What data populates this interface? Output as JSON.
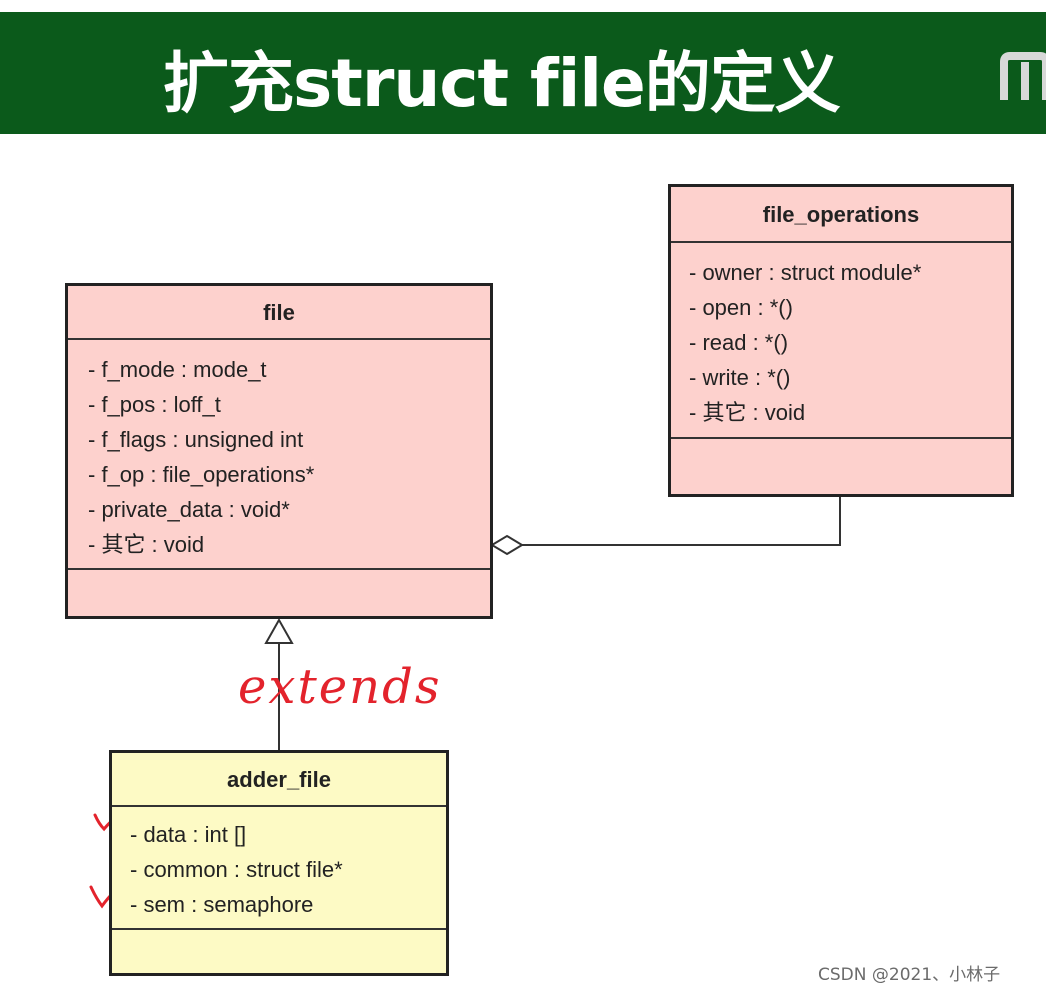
{
  "title": "扩充struct file的定义",
  "classes": {
    "file": {
      "name": "file",
      "attributes": [
        "- f_mode : mode_t",
        "- f_pos : loff_t",
        "- f_flags : unsigned int",
        "- f_op : file_operations*",
        "- private_data : void*",
        "- 其它 : void"
      ]
    },
    "file_operations": {
      "name": "file_operations",
      "attributes": [
        "- owner : struct module*",
        "- open : *()",
        "- read : *()",
        "- write : *()",
        "- 其它 : void"
      ]
    },
    "adder_file": {
      "name": "adder_file",
      "attributes": [
        "- data : int []",
        "- common : struct file*",
        "- sem : semaphore"
      ]
    }
  },
  "annotations": {
    "extends_label": "extends"
  },
  "watermark": "CSDN @2021、小林子",
  "colors": {
    "title_bar": "#0b5a1b",
    "class_pink": "#fdd1cd",
    "class_yellow": "#fdfac5",
    "annotation_red": "#e3232c"
  }
}
